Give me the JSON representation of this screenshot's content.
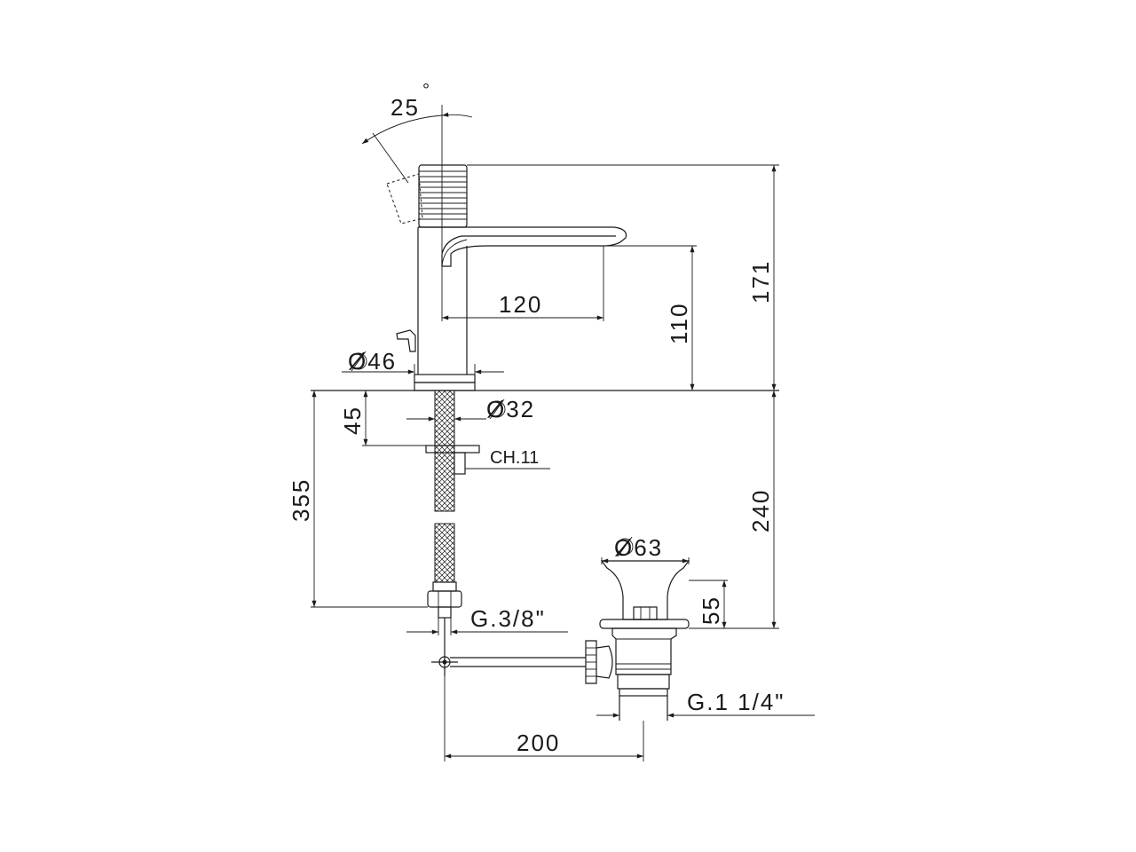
{
  "dimensions": {
    "angle": "25",
    "angle_unit": "°",
    "total_height": "171",
    "spout_reach": "120",
    "spout_height": "110",
    "base_diameter": "Ø46",
    "shank_diameter": "Ø32",
    "shank_length": "45",
    "nut_size": "CH.11",
    "hose_length": "355",
    "hose_connection": "G.3/8\"",
    "pop_up_diameter": "Ø63",
    "pop_up_head_height": "55",
    "waste_depth": "240",
    "waste_thread": "G.1 1/4\"",
    "rod_length": "200"
  }
}
